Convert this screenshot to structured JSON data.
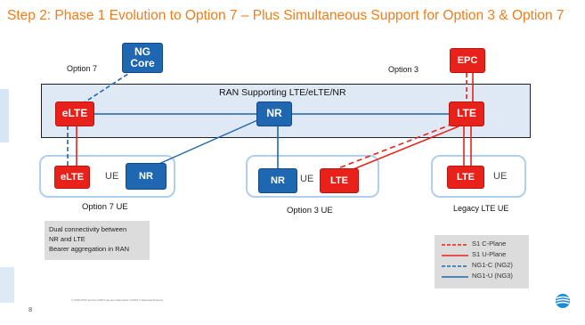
{
  "title": "Step 2:  Phase 1 Evolution to Option 7 – Plus Simultaneous Support for Option 3 & Option 7",
  "labels": {
    "option7": "Option 7",
    "option3": "Option 3",
    "ran": "RAN Supporting LTE/eLTE/NR",
    "option7_ue": "Option 7 UE",
    "option3_ue": "Option 3 UE",
    "legacy_ue": "Legacy LTE UE"
  },
  "nodes": {
    "ng_core_line1": "NG",
    "ng_core_line2": "Core",
    "epc": "EPC",
    "ran_elte": "eLTE",
    "ran_nr": "NR",
    "ran_lte": "LTE",
    "ue7_elte": "eLTE",
    "ue7_nr": "NR",
    "ue3_nr": "NR",
    "ue3_lte": "LTE",
    "legacy_lte": "LTE"
  },
  "ue_tags": {
    "ue7": "UE",
    "ue3": "UE",
    "legacy": "UE"
  },
  "note": {
    "line1": "Dual connectivity between",
    "line2": "NR and LTE",
    "line3": "Bearer aggregation in RAN"
  },
  "legend": [
    {
      "label": "S1 C-Plane",
      "color": "#e8221b",
      "style": "dashed"
    },
    {
      "label": "S1 U-Plane",
      "color": "#e8221b",
      "style": "solid"
    },
    {
      "label": "NG1-C (NG2)",
      "color": "#1f67b1",
      "style": "dashed"
    },
    {
      "label": "NG1-U (NG3)",
      "color": "#1f67b1",
      "style": "solid"
    }
  ],
  "page_number": "8",
  "copyright": "© 2016 AT&T and the AT&T logo are trademarks of AT&T Intellectual Property.",
  "colors": {
    "title": "#f07d1a",
    "red": "#e8221b",
    "blue": "#1f67b1",
    "ran_band": "#dfe9f5",
    "ue_border": "#aecfee"
  }
}
